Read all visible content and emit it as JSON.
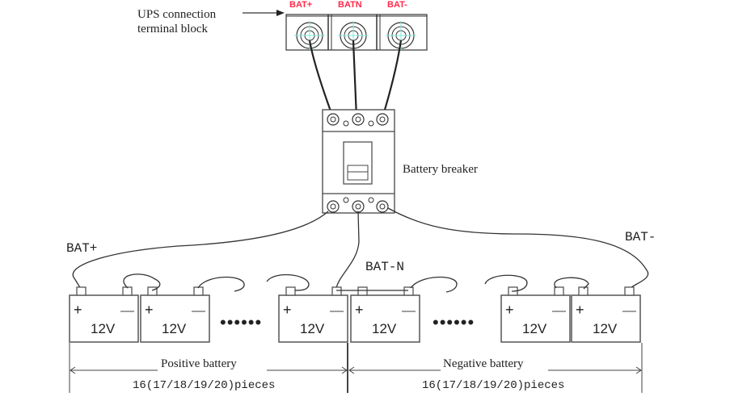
{
  "diagram": {
    "ups_label_line1": "UPS connection",
    "ups_label_line2": "terminal block",
    "terminals": [
      "BAT+",
      "BATN",
      "BAT-"
    ],
    "accent_color": "#ff2a4a",
    "breaker_label": "Battery breaker",
    "wire_labels": {
      "bat_plus": "BAT+",
      "bat_n": "BAT-N",
      "bat_minus": "BAT-"
    },
    "battery": {
      "voltage": "12V",
      "plus_symbol": "+",
      "minus_symbol": "—",
      "ellipsis": "••••••"
    },
    "groups": [
      {
        "label": "Positive battery",
        "count": "16(17/18/19/20)pieces"
      },
      {
        "label": "Negative battery",
        "count": "16(17/18/19/20)pieces"
      }
    ]
  }
}
